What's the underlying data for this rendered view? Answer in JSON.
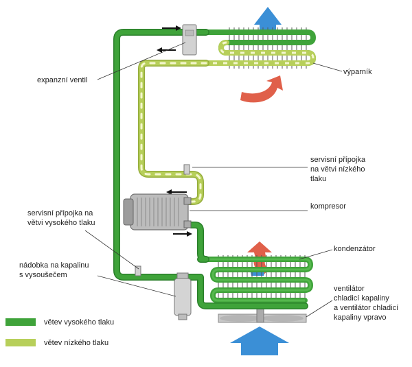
{
  "colors": {
    "high_pressure": "#3fa33a",
    "high_pressure_edge": "#2a7f2a",
    "low_pressure": "#b7cf5a",
    "low_pressure_dash": "#f4f7cf",
    "cold_air": "#3b8fd6",
    "warm_air": "#e0604a",
    "leader": "#333333",
    "component": "#a0a0a0"
  },
  "labels": {
    "expansion_valve": "expanzní ventil",
    "evaporator": "výparník",
    "service_low": [
      "servisní přípojka",
      "na větvi nízkého",
      "tlaku"
    ],
    "compressor": "kompresor",
    "service_high": [
      "servisní přípojka na",
      "větvi vysokého tlaku"
    ],
    "condenser": "kondenzátor",
    "receiver": [
      "nádobka na kapalinu",
      "s vysoušečem"
    ],
    "fans": [
      "ventilátor",
      "chladicí kapaliny",
      "a ventilátor chladicí",
      "kapaliny vpravo"
    ]
  },
  "legend": {
    "high": "větev vysokého tlaku",
    "low": "větev nízkého tlaku"
  }
}
